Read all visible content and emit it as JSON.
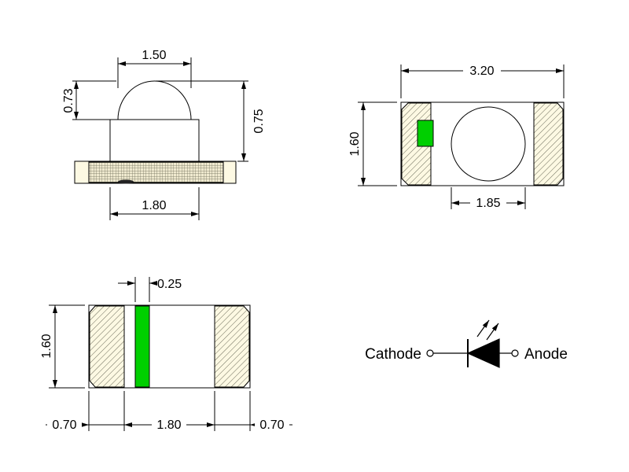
{
  "colors": {
    "background": "#ffffff",
    "line": "#000000",
    "green": "#00cf00",
    "pad_fill": "#fdf9e3",
    "hatch_line": "#6b6b5a"
  },
  "side_view": {
    "dome_width": "1.50",
    "left_height": "0.73",
    "right_height": "0.75",
    "base_width": "1.80"
  },
  "top_view": {
    "overall_width": "3.20",
    "overall_height": "1.60",
    "lens_diameter": "1.85"
  },
  "bottom_view": {
    "mark_width": "0.25",
    "overall_height": "1.60",
    "left_pad_width": "0.70",
    "center_width": "1.80",
    "right_pad_width": "0.70"
  },
  "schematic": {
    "cathode_label": "Cathode",
    "anode_label": "Anode"
  }
}
